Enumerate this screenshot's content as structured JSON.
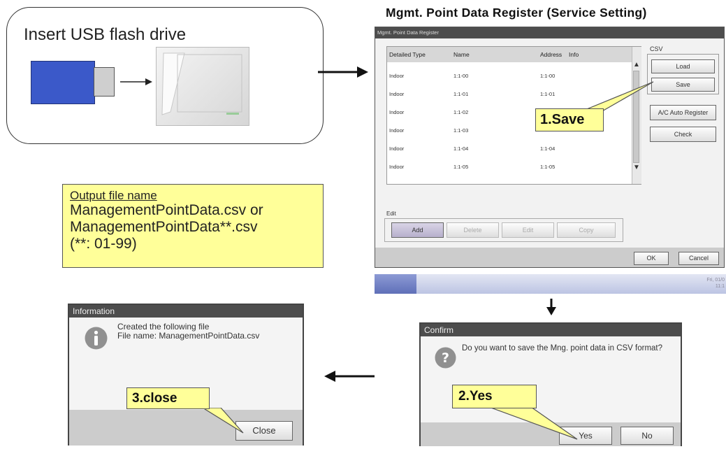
{
  "usb_panel": {
    "title": "Insert USB flash drive"
  },
  "main_window": {
    "heading": "Mgmt. Point Data Register (Service Setting)",
    "titlebar": "Mgmt. Point Data Register",
    "columns": [
      "Detailed Type",
      "Name",
      "Address",
      "Info"
    ],
    "rows": [
      {
        "type": "Indoor",
        "name": "1:1-00",
        "address": "1:1-00"
      },
      {
        "type": "Indoor",
        "name": "1:1-01",
        "address": "1:1-01"
      },
      {
        "type": "Indoor",
        "name": "1:1-02",
        "address": ""
      },
      {
        "type": "Indoor",
        "name": "1:1-03",
        "address": ""
      },
      {
        "type": "Indoor",
        "name": "1:1-04",
        "address": "1:1-04"
      },
      {
        "type": "Indoor",
        "name": "1:1-05",
        "address": "1:1-05"
      }
    ],
    "csv_label": "CSV",
    "load": "Load",
    "save": "Save",
    "auto_register": "A/C Auto Register",
    "check": "Check",
    "edit_label": "Edit",
    "add": "Add",
    "delete": "Delete",
    "edit": "Edit",
    "copy": "Copy",
    "ok": "OK",
    "cancel": "Cancel",
    "taskbar_date": "Fri, 01/0",
    "taskbar_time": "11:1"
  },
  "callouts": {
    "save": "1.Save",
    "yes": "2.Yes",
    "close": "3.close"
  },
  "output_file": {
    "label": "Output file name",
    "line1": "ManagementPointData.csv or",
    "line2": "ManagementPointData**.csv",
    "line3": "(**: 01-99)"
  },
  "info_dialog": {
    "title": "Information",
    "line1": "Created the following file",
    "line2": "File name: ManagementPointData.csv",
    "close": "Close"
  },
  "confirm_dialog": {
    "title": "Confirm",
    "message": "Do you want to save the Mng. point data in CSV format?",
    "yes": "Yes",
    "no": "No"
  },
  "colors": {
    "callout": "#ffff99",
    "usb_blue": "#3b59c9",
    "titlebar": "#4d4d4d",
    "footer": "#cccccc"
  },
  "icons": [
    "arrow-right-icon",
    "arrow-down-icon",
    "arrow-left-icon",
    "info-icon",
    "question-icon",
    "scroll-up-icon",
    "scroll-down-icon"
  ]
}
